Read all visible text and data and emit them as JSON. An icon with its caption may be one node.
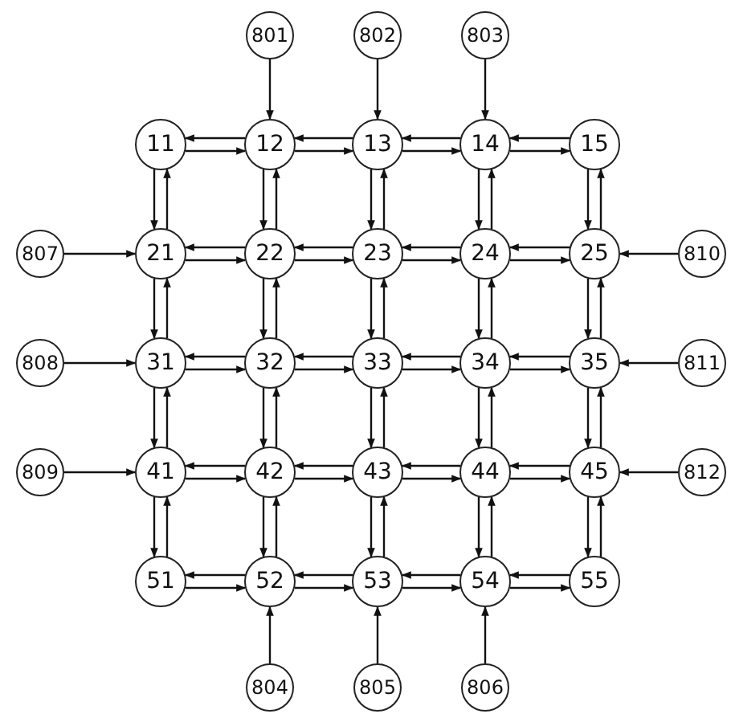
{
  "diagram": {
    "nodes": [
      {
        "text": [
          "801"
        ]
      },
      {
        "text": [
          "802"
        ]
      },
      {
        "text": [
          "803"
        ]
      },
      {
        "text": [
          "11"
        ]
      },
      {
        "text": [
          "12"
        ]
      },
      {
        "text": [
          "13"
        ]
      },
      {
        "text": [
          "14"
        ]
      },
      {
        "text": [
          "15"
        ]
      },
      {
        "text": [
          "807"
        ]
      },
      {
        "text": [
          "21"
        ]
      },
      {
        "text": [
          "22"
        ]
      },
      {
        "text": [
          "23"
        ]
      },
      {
        "text": [
          "24"
        ]
      },
      {
        "text": [
          "25"
        ]
      },
      {
        "text": [
          "810"
        ]
      },
      {
        "text": [
          "808"
        ]
      },
      {
        "text": [
          "31"
        ]
      },
      {
        "text": [
          "32"
        ]
      },
      {
        "text": [
          "33"
        ]
      },
      {
        "text": [
          "34"
        ]
      },
      {
        "text": [
          "35"
        ]
      },
      {
        "text": [
          "811"
        ]
      },
      {
        "text": [
          "809"
        ]
      },
      {
        "text": [
          "41"
        ]
      },
      {
        "text": [
          "42"
        ]
      },
      {
        "text": [
          "43"
        ]
      },
      {
        "text": [
          "44"
        ]
      },
      {
        "text": [
          "45"
        ]
      },
      {
        "text": [
          "812"
        ]
      },
      {
        "text": [
          "51"
        ]
      },
      {
        "text": [
          "52"
        ]
      },
      {
        "text": [
          "53"
        ]
      },
      {
        "text": [
          "54"
        ]
      },
      {
        "text": [
          "55"
        ]
      },
      {
        "text": [
          "804"
        ]
      },
      {
        "text": [
          "805"
        ]
      },
      {
        "text": [
          "806"
        ]
      }
    ],
    "edges": [
      {
        "from": 3,
        "to": 4,
        "arrow": "to"
      },
      {
        "from": 4,
        "to": 3,
        "arrow": "to"
      },
      {
        "from": 4,
        "to": 5,
        "arrow": "to"
      },
      {
        "from": 5,
        "to": 4,
        "arrow": "to"
      },
      {
        "from": 5,
        "to": 6,
        "arrow": "to"
      },
      {
        "from": 6,
        "to": 5,
        "arrow": "to"
      },
      {
        "from": 6,
        "to": 7,
        "arrow": "to"
      },
      {
        "from": 7,
        "to": 6,
        "arrow": "to"
      },
      {
        "from": 9,
        "to": 10,
        "arrow": "to"
      },
      {
        "from": 10,
        "to": 9,
        "arrow": "to"
      },
      {
        "from": 10,
        "to": 11,
        "arrow": "to"
      },
      {
        "from": 11,
        "to": 10,
        "arrow": "to"
      },
      {
        "from": 11,
        "to": 12,
        "arrow": "to"
      },
      {
        "from": 12,
        "to": 11,
        "arrow": "to"
      },
      {
        "from": 12,
        "to": 13,
        "arrow": "to"
      },
      {
        "from": 13,
        "to": 12,
        "arrow": "to"
      },
      {
        "from": 16,
        "to": 17,
        "arrow": "to"
      },
      {
        "from": 17,
        "to": 16,
        "arrow": "to"
      },
      {
        "from": 17,
        "to": 18,
        "arrow": "to"
      },
      {
        "from": 18,
        "to": 17,
        "arrow": "to"
      },
      {
        "from": 18,
        "to": 19,
        "arrow": "to"
      },
      {
        "from": 19,
        "to": 18,
        "arrow": "to"
      },
      {
        "from": 19,
        "to": 20,
        "arrow": "to"
      },
      {
        "from": 20,
        "to": 19,
        "arrow": "to"
      },
      {
        "from": 23,
        "to": 24,
        "arrow": "to"
      },
      {
        "from": 24,
        "to": 23,
        "arrow": "to"
      },
      {
        "from": 24,
        "to": 25,
        "arrow": "to"
      },
      {
        "from": 25,
        "to": 24,
        "arrow": "to"
      },
      {
        "from": 25,
        "to": 26,
        "arrow": "to"
      },
      {
        "from": 26,
        "to": 25,
        "arrow": "to"
      },
      {
        "from": 26,
        "to": 27,
        "arrow": "to"
      },
      {
        "from": 27,
        "to": 26,
        "arrow": "to"
      },
      {
        "from": 29,
        "to": 30,
        "arrow": "to"
      },
      {
        "from": 30,
        "to": 29,
        "arrow": "to"
      },
      {
        "from": 30,
        "to": 31,
        "arrow": "to"
      },
      {
        "from": 31,
        "to": 30,
        "arrow": "to"
      },
      {
        "from": 31,
        "to": 32,
        "arrow": "to"
      },
      {
        "from": 32,
        "to": 31,
        "arrow": "to"
      },
      {
        "from": 32,
        "to": 33,
        "arrow": "to"
      },
      {
        "from": 33,
        "to": 32,
        "arrow": "to"
      },
      {
        "from": 3,
        "to": 9,
        "arrow": "to"
      },
      {
        "from": 9,
        "to": 3,
        "arrow": "to"
      },
      {
        "from": 9,
        "to": 16,
        "arrow": "to"
      },
      {
        "from": 16,
        "to": 9,
        "arrow": "to"
      },
      {
        "from": 16,
        "to": 23,
        "arrow": "to"
      },
      {
        "from": 23,
        "to": 16,
        "arrow": "to"
      },
      {
        "from": 23,
        "to": 29,
        "arrow": "to"
      },
      {
        "from": 29,
        "to": 23,
        "arrow": "to"
      },
      {
        "from": 4,
        "to": 10,
        "arrow": "to"
      },
      {
        "from": 10,
        "to": 4,
        "arrow": "to"
      },
      {
        "from": 10,
        "to": 17,
        "arrow": "to"
      },
      {
        "from": 17,
        "to": 10,
        "arrow": "to"
      },
      {
        "from": 17,
        "to": 24,
        "arrow": "to"
      },
      {
        "from": 24,
        "to": 17,
        "arrow": "to"
      },
      {
        "from": 24,
        "to": 30,
        "arrow": "to"
      },
      {
        "from": 30,
        "to": 24,
        "arrow": "to"
      },
      {
        "from": 5,
        "to": 11,
        "arrow": "to"
      },
      {
        "from": 11,
        "to": 5,
        "arrow": "to"
      },
      {
        "from": 11,
        "to": 18,
        "arrow": "to"
      },
      {
        "from": 18,
        "to": 11,
        "arrow": "to"
      },
      {
        "from": 18,
        "to": 25,
        "arrow": "to"
      },
      {
        "from": 25,
        "to": 18,
        "arrow": "to"
      },
      {
        "from": 25,
        "to": 31,
        "arrow": "to"
      },
      {
        "from": 31,
        "to": 25,
        "arrow": "to"
      },
      {
        "from": 6,
        "to": 12,
        "arrow": "to"
      },
      {
        "from": 12,
        "to": 6,
        "arrow": "to"
      },
      {
        "from": 12,
        "to": 19,
        "arrow": "to"
      },
      {
        "from": 19,
        "to": 12,
        "arrow": "to"
      },
      {
        "from": 19,
        "to": 26,
        "arrow": "to"
      },
      {
        "from": 26,
        "to": 19,
        "arrow": "to"
      },
      {
        "from": 26,
        "to": 32,
        "arrow": "to"
      },
      {
        "from": 32,
        "to": 26,
        "arrow": "to"
      },
      {
        "from": 7,
        "to": 13,
        "arrow": "to"
      },
      {
        "from": 13,
        "to": 7,
        "arrow": "to"
      },
      {
        "from": 13,
        "to": 20,
        "arrow": "to"
      },
      {
        "from": 20,
        "to": 13,
        "arrow": "to"
      },
      {
        "from": 20,
        "to": 27,
        "arrow": "to"
      },
      {
        "from": 27,
        "to": 20,
        "arrow": "to"
      },
      {
        "from": 27,
        "to": 33,
        "arrow": "to"
      },
      {
        "from": 33,
        "to": 27,
        "arrow": "to"
      },
      {
        "from": 0,
        "to": 4,
        "arrow": "to"
      },
      {
        "from": 1,
        "to": 5,
        "arrow": "to"
      },
      {
        "from": 2,
        "to": 6,
        "arrow": "to"
      },
      {
        "from": 8,
        "to": 9,
        "arrow": "to"
      },
      {
        "from": 15,
        "to": 16,
        "arrow": "to"
      },
      {
        "from": 22,
        "to": 23,
        "arrow": "to"
      },
      {
        "from": 14,
        "to": 13,
        "arrow": "to"
      },
      {
        "from": 21,
        "to": 20,
        "arrow": "to"
      },
      {
        "from": 28,
        "to": 27,
        "arrow": "to"
      },
      {
        "from": 34,
        "to": 30,
        "arrow": "to"
      },
      {
        "from": 35,
        "to": 31,
        "arrow": "to"
      },
      {
        "from": 36,
        "to": 32,
        "arrow": "to"
      }
    ]
  }
}
